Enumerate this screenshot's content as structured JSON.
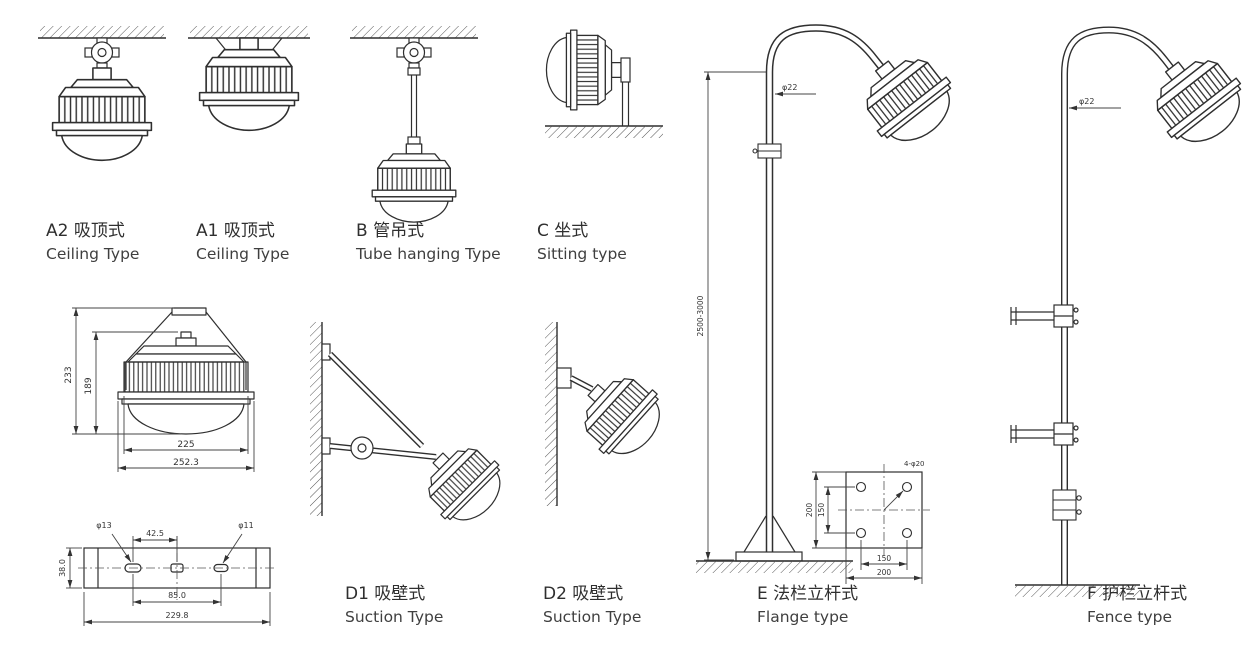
{
  "colors": {
    "line": "#2f2f2f",
    "text": "#3a3a3a",
    "background": "#ffffff"
  },
  "figures": [
    {
      "id": "A2",
      "title": "A2 吸顶式",
      "subtitle": "Ceiling Type"
    },
    {
      "id": "A1",
      "title": "A1 吸顶式",
      "subtitle": "Ceiling Type"
    },
    {
      "id": "B",
      "title": "B 管吊式",
      "subtitle": "Tube hanging Type"
    },
    {
      "id": "C",
      "title": "C 坐式",
      "subtitle": "Sitting type"
    },
    {
      "id": "D1",
      "title": "D1 吸壁式",
      "subtitle": "Suction Type"
    },
    {
      "id": "D2",
      "title": "D2 吸壁式",
      "subtitle": "Suction Type"
    },
    {
      "id": "E",
      "title": "E 法栏立杆式",
      "subtitle": "Flange type"
    },
    {
      "id": "F",
      "title": "F 护栏立杆式",
      "subtitle": "Fence type"
    }
  ],
  "front_view_dims": {
    "overall_height": "233",
    "body_height": "189",
    "body_width": "225",
    "overall_width": "252.3"
  },
  "bottom_view_dims": {
    "left_hole": "φ13",
    "slot_offset": "42.5",
    "right_hole": "φ11",
    "plate_height": "38.0",
    "hole_spacing": "85.0",
    "overall_width": "229.8"
  },
  "pole_e_dims": {
    "tube_diameter": "φ22",
    "pole_height": "2500-3000"
  },
  "flange_detail_dims": {
    "bolt_note": "4-φ20",
    "hole_spacing_h": "150",
    "plate_width": "200",
    "hole_spacing_v": "150",
    "plate_height": "200"
  },
  "pole_f_dims": {
    "tube_diameter": "φ22"
  }
}
